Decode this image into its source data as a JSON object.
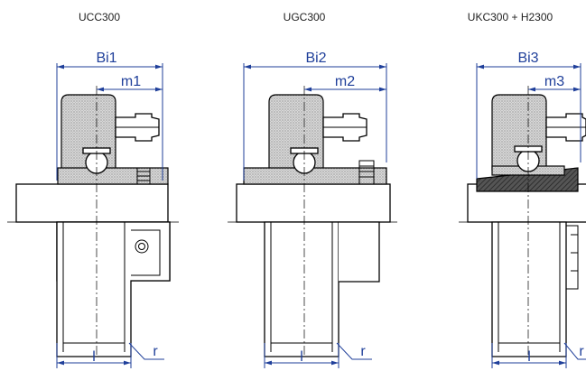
{
  "views": [
    {
      "title": "UCC300",
      "width_label": "Bi1",
      "offset_label": "m1",
      "bore_label": "l",
      "radius_label": "r"
    },
    {
      "title": "UGC300",
      "width_label": "Bi2",
      "offset_label": "m2",
      "bore_label": "l",
      "radius_label": "r"
    },
    {
      "title": "UKC300 + H2300",
      "width_label": "Bi3",
      "offset_label": "m3",
      "bore_label": "l",
      "radius_label": "r"
    }
  ],
  "colors": {
    "dimension": "#1f3f9a",
    "outline": "#000000"
  }
}
